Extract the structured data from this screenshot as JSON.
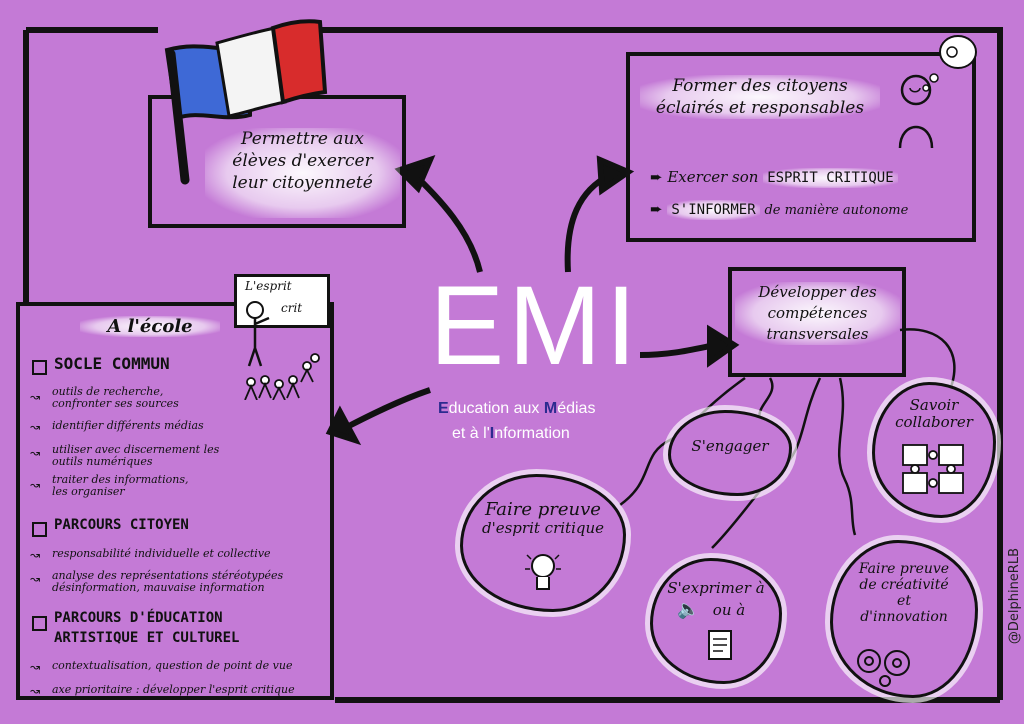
{
  "colors": {
    "background": "#c47ad6",
    "ink": "#111111",
    "highlight": "#ffffff",
    "flag_blue": "#3e69d6",
    "flag_white": "#f4f4f4",
    "flag_red": "#d82c2c"
  },
  "center": {
    "title": "EMI",
    "subtitle_line1_pre": "",
    "subtitle_E": "E",
    "subtitle_line1_a": "ducation aux ",
    "subtitle_M": "M",
    "subtitle_line1_b": "édias",
    "subtitle_line2_a": "et à l'",
    "subtitle_I": "I",
    "subtitle_line2_b": "nformation"
  },
  "flag_box": {
    "text_l1": "Permettre aux",
    "text_l2": "élèves d'exercer",
    "text_l3": "leur citoyenneté",
    "icon": "flag-icon"
  },
  "citizens_box": {
    "title_l1": "Former des citoyens",
    "title_l2": "éclairés et responsables",
    "item1_pre": "Exercer son",
    "item1_hl": "ESPRIT CRITIQUE",
    "item2_hl": "S'INFORMER",
    "item2_post": "de manière autonome",
    "icon": "lightbulb-icon"
  },
  "skills_box": {
    "title_l1": "Développer des",
    "title_l2": "compétences",
    "title_l3": "transversales"
  },
  "school_box": {
    "title": "A l'école",
    "board_text_l1": "L'esprit",
    "board_text_l2": "crit",
    "socle": {
      "heading": "SOCLE COMMUN",
      "items": [
        "outils de recherche, confronter ses sources",
        "identifier différents médias",
        "utiliser avec discernement les outils numériques",
        "traiter des informations, les organiser"
      ]
    },
    "parcours_citoyen": {
      "heading": "PARCOURS CITOYEN",
      "items": [
        "responsabilité individuelle et collective",
        "analyse des représentations stéréotypées désinformation, mauvaise information"
      ]
    },
    "parcours_peac": {
      "heading_l1": "PARCOURS D'ÉDUCATION",
      "heading_l2": "ARTISTIQUE ET CULTUREL",
      "items": [
        "contextualisation, question de point de vue",
        "axe prioritaire : développer l'esprit critique"
      ]
    }
  },
  "clouds": {
    "engager": "S'engager",
    "collaborer_l1": "Savoir",
    "collaborer_l2": "collaborer",
    "critique_l1": "Faire preuve",
    "critique_l2": "d'esprit critique",
    "exprimer_l1": "S'exprimer à",
    "exprimer_l2": "ou à",
    "creativite_l1": "Faire preuve",
    "creativite_l2": "de créativité",
    "creativite_l3": "et",
    "creativite_l4": "d'innovation"
  },
  "watermark": "@DelphineRLB"
}
